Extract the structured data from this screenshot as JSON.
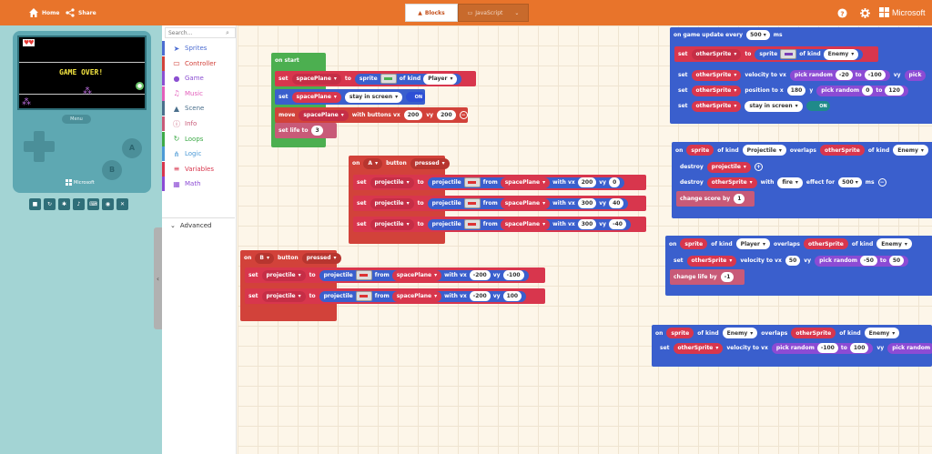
{
  "header": {
    "home": "Home",
    "share": "Share",
    "tabs": [
      {
        "label": "Blocks"
      },
      {
        "label": "JavaScript"
      }
    ],
    "brand": "Microsoft"
  },
  "simulator": {
    "screen_text": "GAME OVER!",
    "menu_label": "Menu",
    "btn_a": "A",
    "btn_b": "B",
    "brand": "Microsoft"
  },
  "toolbox": {
    "search_placeholder": "Search...",
    "categories": [
      {
        "label": "Sprites",
        "color": "#4b6cd1"
      },
      {
        "label": "Controller",
        "color": "#d2423a"
      },
      {
        "label": "Game",
        "color": "#8b4fd1"
      },
      {
        "label": "Music",
        "color": "#e35fbb"
      },
      {
        "label": "Scene",
        "color": "#4a6f8c"
      },
      {
        "label": "Info",
        "color": "#c85a78"
      },
      {
        "label": "Loops",
        "color": "#3eaa48"
      },
      {
        "label": "Logic",
        "color": "#4c9ad6"
      },
      {
        "label": "Variables",
        "color": "#d8364d"
      },
      {
        "label": "Math",
        "color": "#8c4bd4"
      }
    ],
    "advanced": "Advanced"
  },
  "blocks": {
    "on_start": {
      "hat": "on start",
      "r1": {
        "set": "set",
        "var": "spacePlane",
        "to": "to",
        "sprite": "sprite",
        "of_kind": "of kind",
        "kind": "Player"
      },
      "r2": {
        "set": "set",
        "var": "spacePlane",
        "prop": "stay in screen",
        "on": "ON"
      },
      "r3": {
        "move": "move",
        "var": "spacePlane",
        "with": "with buttons vx",
        "vx": "200",
        "vy_label": "vy",
        "vy": "200"
      },
      "r4": {
        "label": "set life to",
        "val": "3"
      }
    },
    "on_a": {
      "on": "on",
      "button": "A",
      "label": "button",
      "event": "pressed",
      "rows": [
        {
          "set": "set",
          "var": "projectile",
          "to": "to",
          "fn": "projectile",
          "from": "from",
          "src": "spacePlane",
          "vx_label": "with vx",
          "vx": "200",
          "vy_label": "vy",
          "vy": "0"
        },
        {
          "set": "set",
          "var": "projectile",
          "to": "to",
          "fn": "projectile",
          "from": "from",
          "src": "spacePlane",
          "vx_label": "with vx",
          "vx": "300",
          "vy_label": "vy",
          "vy": "40"
        },
        {
          "set": "set",
          "var": "projectile",
          "to": "to",
          "fn": "projectile",
          "from": "from",
          "src": "spacePlane",
          "vx_label": "with vx",
          "vx": "300",
          "vy_label": "vy",
          "vy": "-40"
        }
      ]
    },
    "on_b": {
      "on": "on",
      "button": "B",
      "label": "button",
      "event": "pressed",
      "rows": [
        {
          "set": "set",
          "var": "projectile",
          "to": "to",
          "fn": "projectile",
          "from": "from",
          "src": "spacePlane",
          "vx_label": "with vx",
          "vx": "-200",
          "vy_label": "vy",
          "vy": "-100"
        },
        {
          "set": "set",
          "var": "projectile",
          "to": "to",
          "fn": "projectile",
          "from": "from",
          "src": "spacePlane",
          "vx_label": "with vx",
          "vx": "-200",
          "vy_label": "vy",
          "vy": "100"
        }
      ]
    },
    "game_update": {
      "hat": "on game update every",
      "ms_val": "500",
      "ms": "ms",
      "r1": {
        "set": "set",
        "var": "otherSprite",
        "to": "to",
        "sprite": "sprite",
        "of_kind": "of kind",
        "kind": "Enemy"
      },
      "r2": {
        "set": "set",
        "var": "otherSprite",
        "prop": "velocity to vx",
        "rand": "pick random",
        "a": "-20",
        "to": "to",
        "b": "-100",
        "vy": "vy",
        "tail": "pick"
      },
      "r3": {
        "set": "set",
        "var": "otherSprite",
        "prop": "position to x",
        "x": "180",
        "y": "y",
        "rand": "pick random",
        "a": "0",
        "to": "to",
        "b": "120"
      },
      "r4": {
        "set": "set",
        "var": "otherSprite",
        "prop": "stay in screen",
        "on": "ON"
      }
    },
    "overlap1": {
      "on": "on",
      "sprite": "sprite",
      "of_kind": "of kind",
      "kind": "Projectile",
      "overlaps": "overlaps",
      "other": "otherSprite",
      "of_kind2": "of kind",
      "kind2": "Enemy",
      "r1": {
        "label": "destroy",
        "var": "projectile"
      },
      "r2": {
        "label": "destroy",
        "var": "otherSprite",
        "with": "with",
        "effect": "fire",
        "for": "effect for",
        "ms_val": "500",
        "ms": "ms"
      },
      "r3": {
        "label": "change score by",
        "val": "1"
      }
    },
    "overlap2": {
      "on": "on",
      "sprite": "sprite",
      "of_kind": "of kind",
      "kind": "Player",
      "overlaps": "overlaps",
      "other": "otherSprite",
      "of_kind2": "of kind",
      "kind2": "Enemy",
      "r1": {
        "set": "set",
        "var": "otherSprite",
        "prop": "velocity to vx",
        "vx": "50",
        "vy": "vy",
        "rand": "pick random",
        "a": "-50",
        "to": "to",
        "b": "50"
      },
      "r2": {
        "label": "change life by",
        "val": "-1"
      }
    },
    "overlap3": {
      "on": "on",
      "sprite": "sprite",
      "of_kind": "of kind",
      "kind": "Enemy",
      "overlaps": "overlaps",
      "other": "otherSprite",
      "of_kind2": "of kind",
      "kind2": "Enemy",
      "r1": {
        "set": "set",
        "var": "otherSprite",
        "prop": "velocity to vx",
        "rand": "pick random",
        "a": "-100",
        "to": "to",
        "b": "100",
        "vy": "vy",
        "tail": "pick random"
      }
    }
  }
}
